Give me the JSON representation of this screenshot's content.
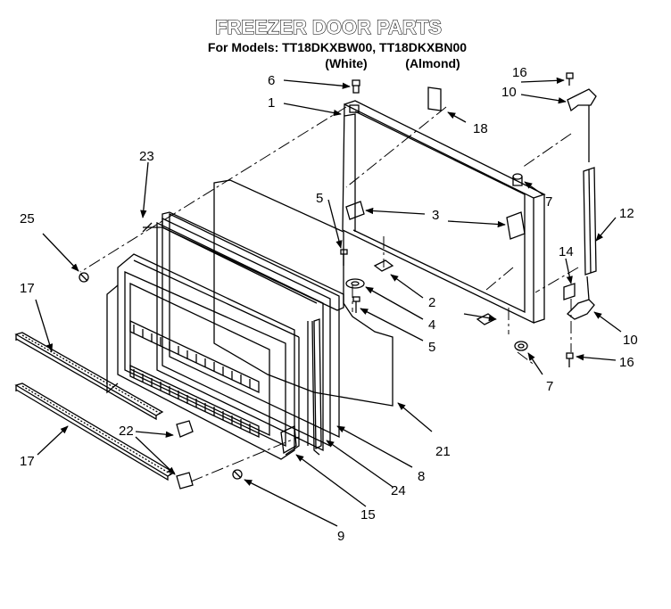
{
  "header": {
    "title": "FREEZER DOOR PARTS",
    "models_line": "For Models:  TT18DKXBW00,  TT18DKXBN00",
    "variant_white": "(White)",
    "variant_almond": "(Almond)"
  },
  "callouts": {
    "c1": "1",
    "c2": "2",
    "c3": "3",
    "c4": "4",
    "c5a": "5",
    "c5b": "5",
    "c6": "6",
    "c7a": "7",
    "c7b": "7",
    "c8": "8",
    "c9": "9",
    "c10a": "10",
    "c10b": "10",
    "c12": "12",
    "c14": "14",
    "c15": "15",
    "c16a": "16",
    "c16b": "16",
    "c17a": "17",
    "c17b": "17",
    "c18": "18",
    "c21": "21",
    "c22": "22",
    "c23": "23",
    "c24": "24",
    "c25": "25"
  }
}
